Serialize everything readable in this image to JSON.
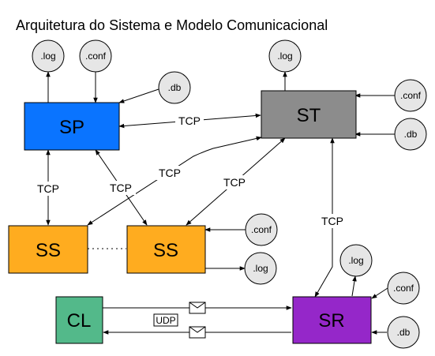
{
  "title": "Arquitetura do Sistema e Modelo Comunicacional",
  "nodes": {
    "sp": {
      "label": "SP",
      "color": "#0A74FF"
    },
    "st": {
      "label": "ST",
      "color": "#8C8C8C"
    },
    "ss1": {
      "label": "SS",
      "color": "#FFAC1F"
    },
    "ss2": {
      "label": "SS",
      "color": "#FFAC1F"
    },
    "cl": {
      "label": "CL",
      "color": "#53B98A"
    },
    "sr": {
      "label": "SR",
      "color": "#9527C9"
    }
  },
  "files": {
    "sp_log": ".log",
    "sp_conf": ".conf",
    "sp_db": ".db",
    "st_log": ".log",
    "st_conf": ".conf",
    "st_db": ".db",
    "ss_conf": ".conf",
    "ss_log": ".log",
    "sr_log": ".log",
    "sr_conf": ".conf",
    "sr_db": ".db"
  },
  "edge_labels": {
    "sp_st": "TCP",
    "sp_ss1": "TCP",
    "sp_ss2": "TCP",
    "st_ss1": "TCP",
    "st_ss2": "TCP",
    "st_sr": "TCP",
    "cl_sr": "UDP"
  },
  "file_color": "#E6E6E6"
}
